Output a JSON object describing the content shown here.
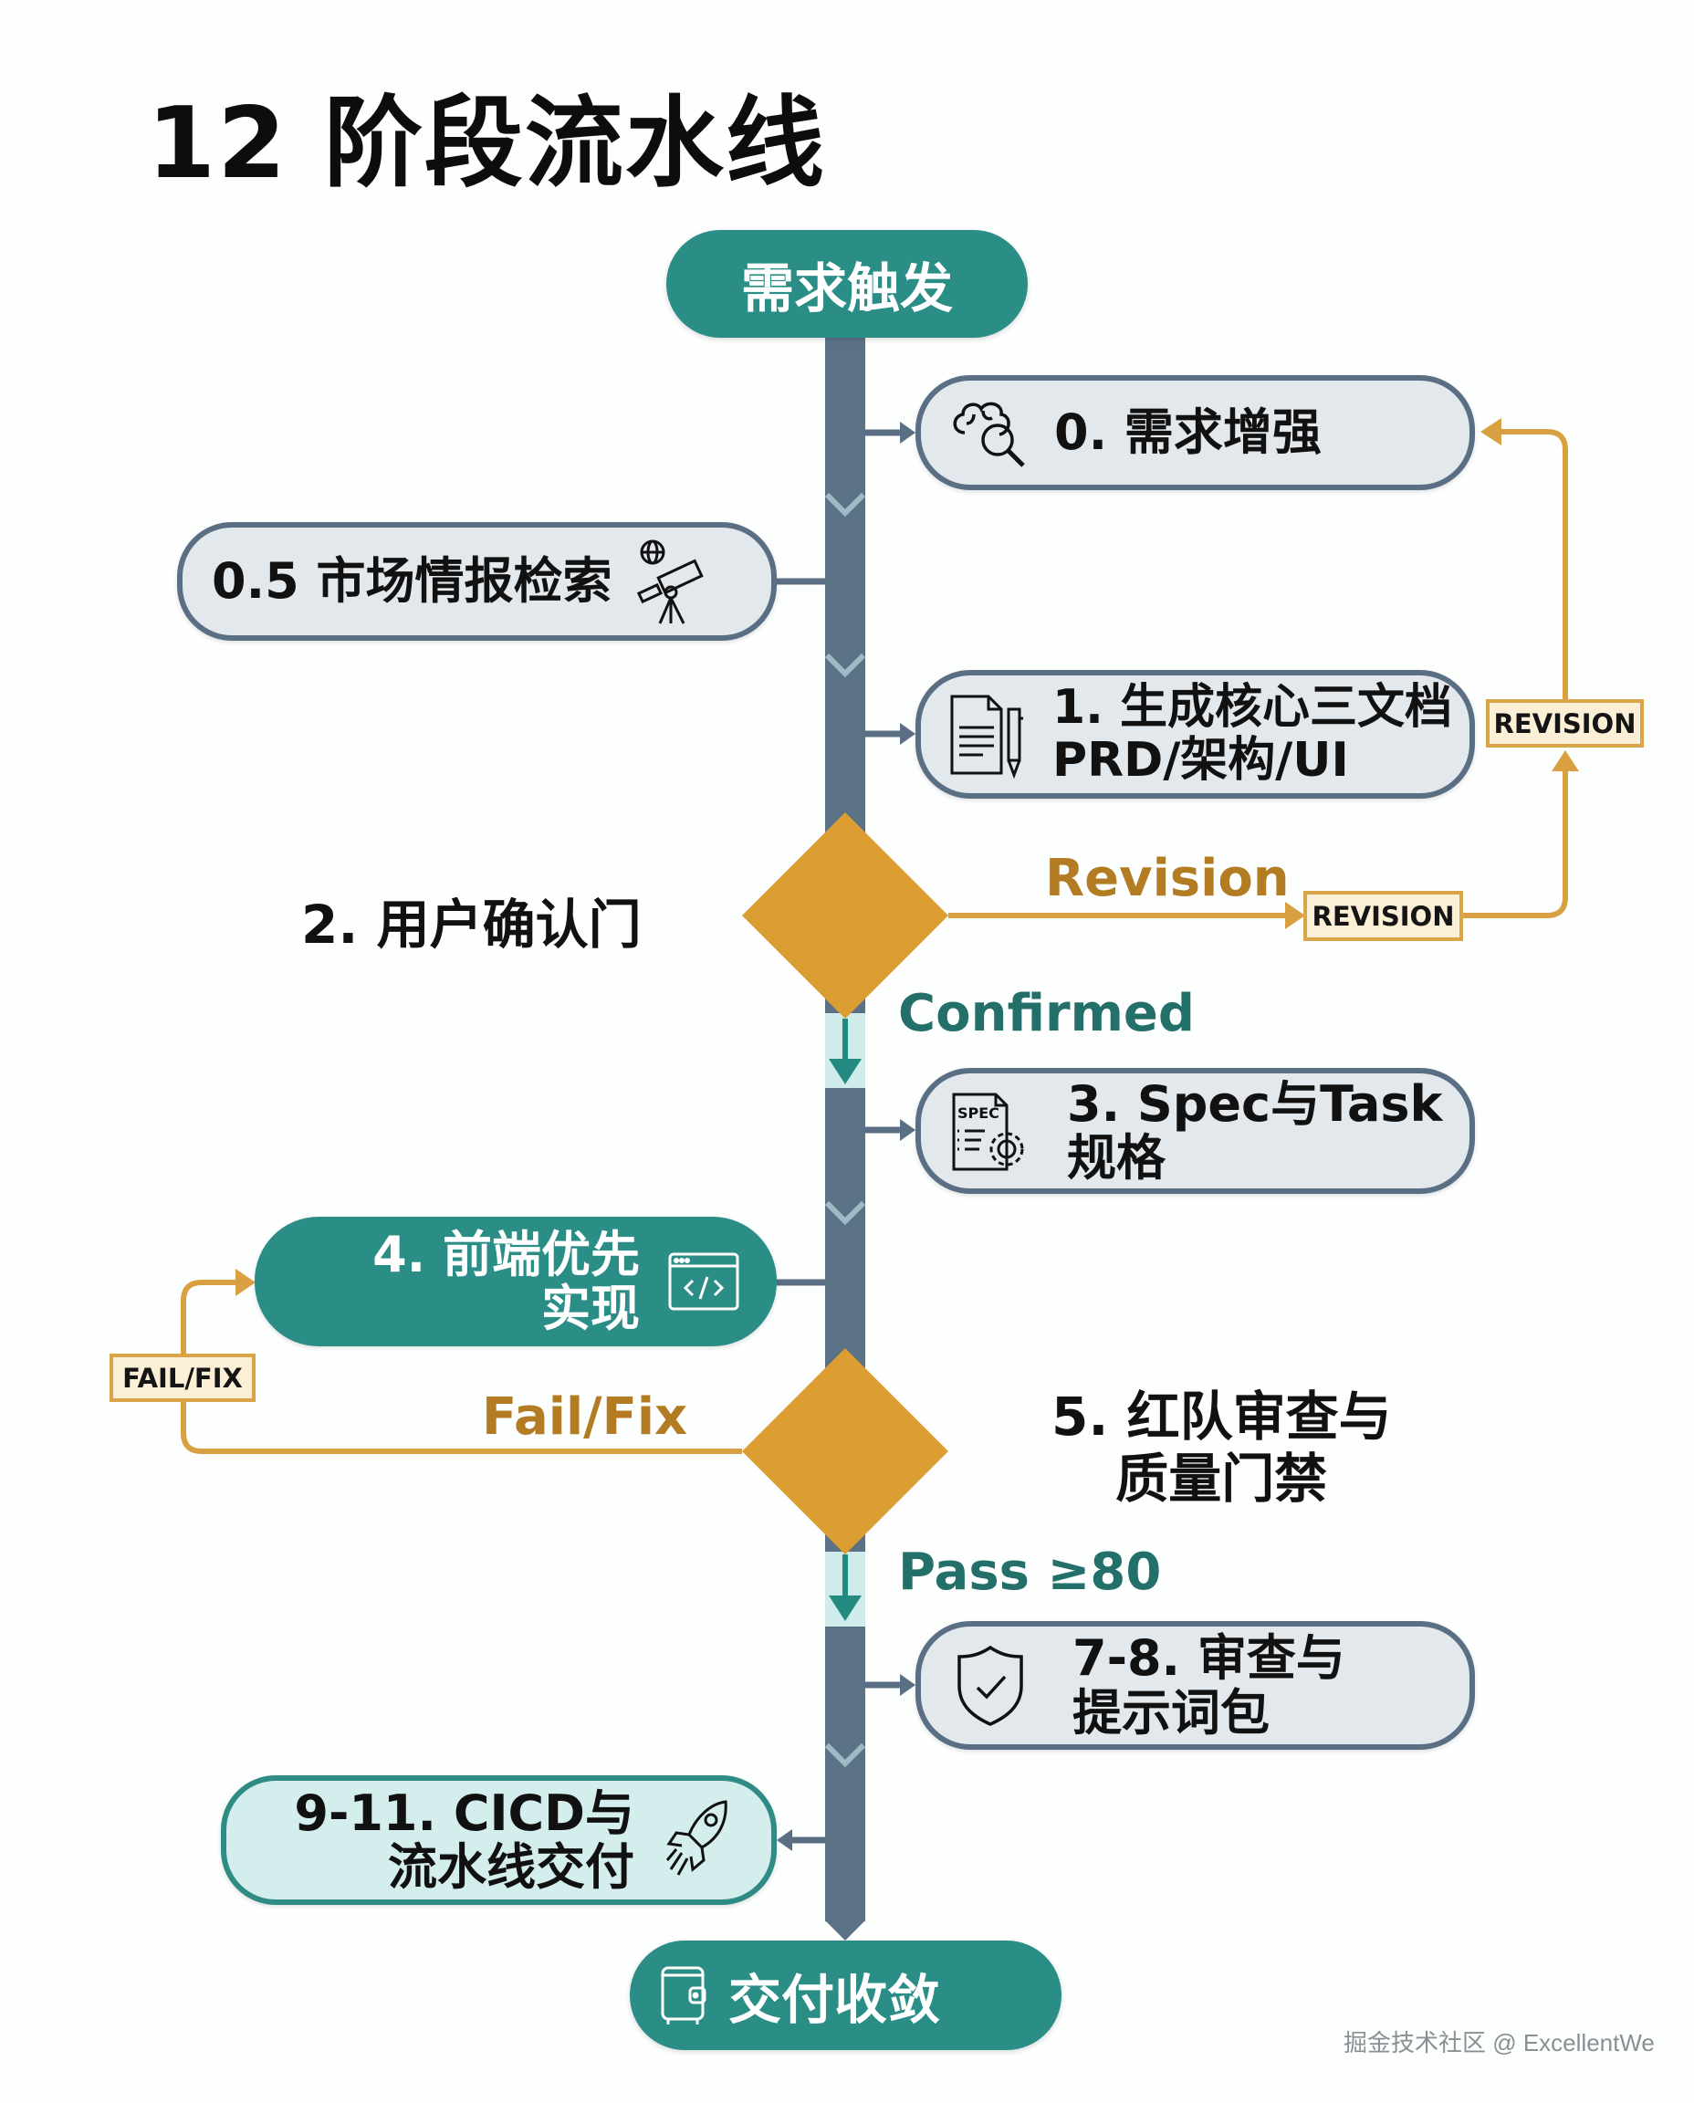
{
  "title": "12 阶段流水线",
  "colors": {
    "teal": "#2a8d86",
    "spine": "#5b7186",
    "box_fill": "#e3e8ed",
    "gate_orange": "#dc9e33",
    "loop_orange": "#d9a042",
    "label_teal": "#236f69",
    "label_orange": "#b47c22"
  },
  "start": {
    "label": "需求触发"
  },
  "stages": [
    {
      "id": "0",
      "lines": [
        "0. 需求增强"
      ],
      "icon": "brain-search-icon"
    },
    {
      "id": "0.5",
      "lines": [
        "0.5 市场情报检索"
      ],
      "icon": "telescope-globe-icon"
    },
    {
      "id": "1",
      "lines": [
        "1. 生成核心三文档",
        "PRD/架构/UI"
      ],
      "icon": "document-pen-icon"
    },
    {
      "id": "3",
      "lines": [
        "3. Spec与Task",
        "规格"
      ],
      "icon": "spec-gear-icon",
      "icon_text": "SPEC"
    },
    {
      "id": "4",
      "lines": [
        "4. 前端优先",
        "实现"
      ],
      "icon": "code-window-icon",
      "icon_text": "</>"
    },
    {
      "id": "7-8",
      "lines": [
        "7-8. 审查与",
        "提示词包"
      ],
      "icon": "shield-check-icon"
    },
    {
      "id": "9-11",
      "lines": [
        "9-11. CICD与",
        "流水线交付"
      ],
      "icon": "rocket-icon"
    }
  ],
  "gates": [
    {
      "id": "2",
      "label": "2. 用户确认门",
      "fail_branch": "Revision",
      "fail_tag": "REVISION",
      "loop_tag": "REVISION",
      "pass_branch": "Confirmed"
    },
    {
      "id": "5",
      "lines": [
        "5. 红队审查与",
        "质量门禁"
      ],
      "fail_branch": "Fail/Fix",
      "fail_tag": "FAIL/FIX",
      "pass_branch": "Pass ≥80"
    }
  ],
  "end": {
    "label": "交付收敛",
    "icon": "wallet-icon"
  },
  "watermark": "掘金技术社区 @ ExcellentWe"
}
